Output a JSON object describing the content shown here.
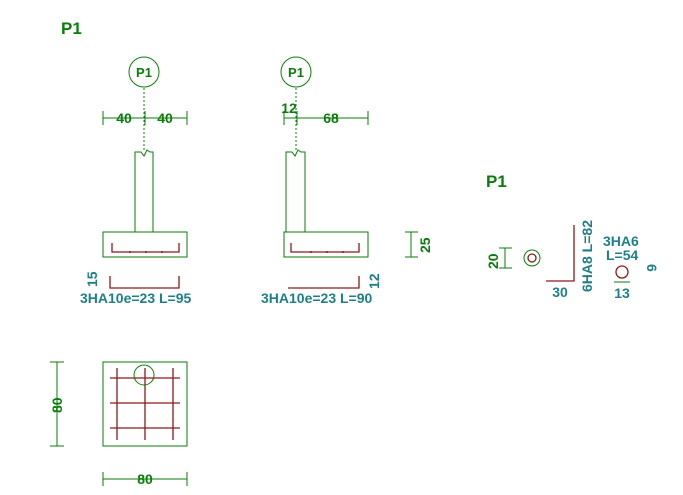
{
  "titles": {
    "main": "P1",
    "detail": "P1"
  },
  "column_labels": {
    "left": "P1",
    "right": "P1"
  },
  "dims": {
    "left_a": "40",
    "left_b": "40",
    "right_a": "12",
    "right_b": "68",
    "height": "25",
    "left_hook": "15",
    "right_hook": "12",
    "plan_v": "80",
    "plan_h": "80",
    "detail_v": "20",
    "detail_h": "30",
    "stirrup_a": "13",
    "stirrup_b": "6"
  },
  "rebars": {
    "left": "3HA10e=23  L=95",
    "right": "3HA10e=23  L=90",
    "detail_vert": "6HA8  L=82",
    "stirrup_name": "3HA6",
    "stirrup_len": "L=54"
  }
}
